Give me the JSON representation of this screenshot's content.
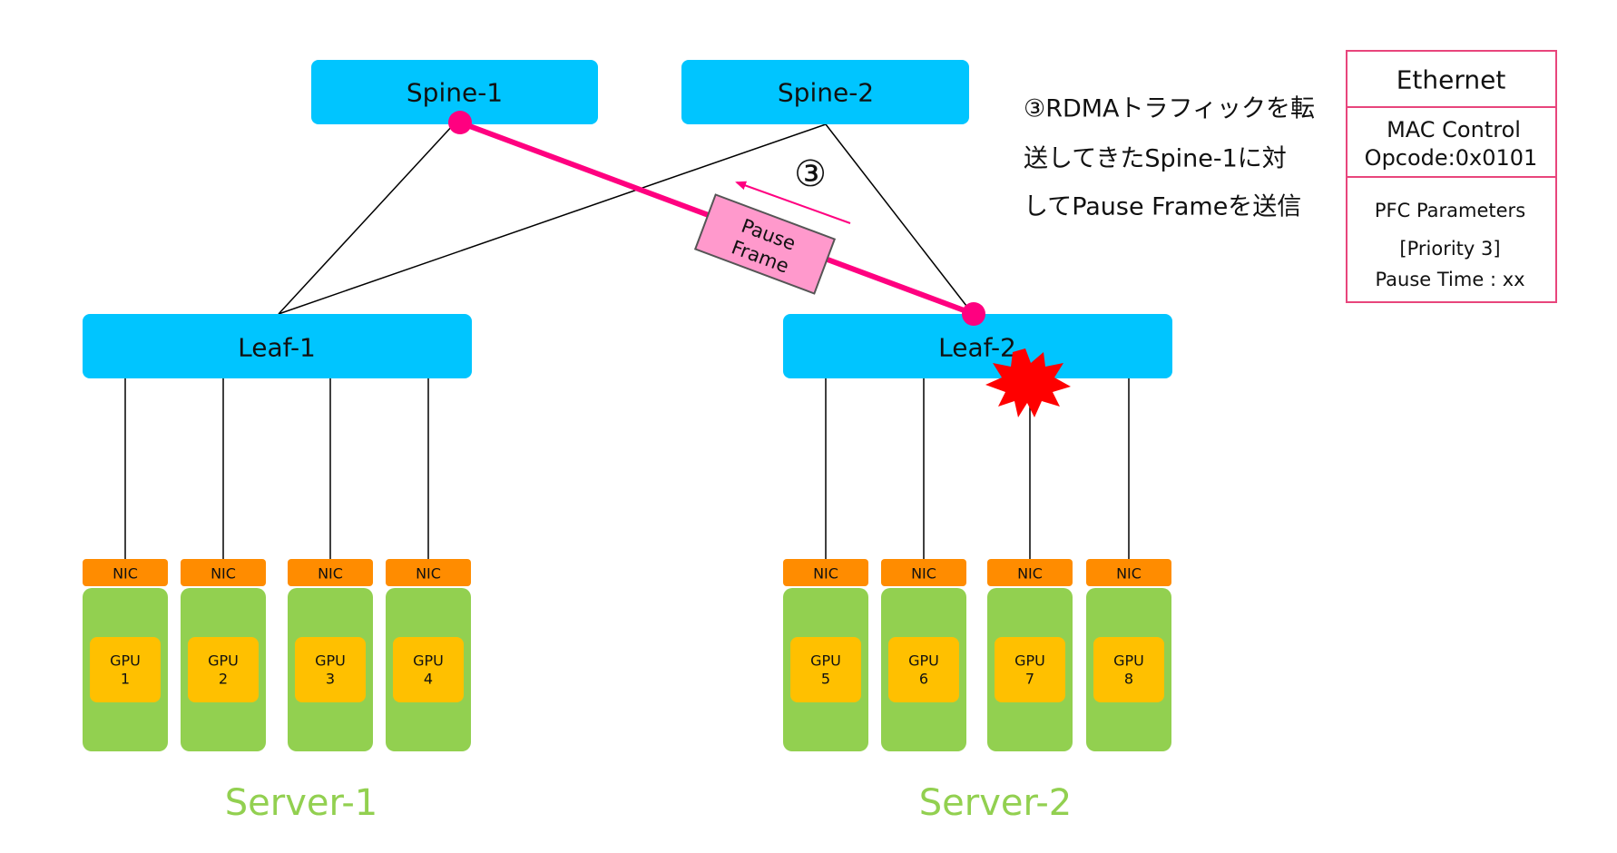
{
  "colors": {
    "switch": "#00c5ff",
    "nic": "#ff8c00",
    "server_board": "#92d050",
    "gpu": "#ffc000",
    "pause_line": "#ff0080",
    "pause_frame_fill": "#ff99cc",
    "frame_border": "#e8457c",
    "burst": "#ff0000",
    "server_label": "#92d050"
  },
  "switches": {
    "spine1": "Spine-1",
    "spine2": "Spine-2",
    "leaf1": "Leaf-1",
    "leaf2": "Leaf-2"
  },
  "servers": [
    {
      "label": "Server-1",
      "nodes": [
        {
          "nic": "NIC",
          "gpu": [
            "GPU",
            "1"
          ]
        },
        {
          "nic": "NIC",
          "gpu": [
            "GPU",
            "2"
          ]
        },
        {
          "nic": "NIC",
          "gpu": [
            "GPU",
            "3"
          ]
        },
        {
          "nic": "NIC",
          "gpu": [
            "GPU",
            "4"
          ]
        }
      ]
    },
    {
      "label": "Server-2",
      "nodes": [
        {
          "nic": "NIC",
          "gpu": [
            "GPU",
            "5"
          ]
        },
        {
          "nic": "NIC",
          "gpu": [
            "GPU",
            "6"
          ]
        },
        {
          "nic": "NIC",
          "gpu": [
            "GPU",
            "7"
          ]
        },
        {
          "nic": "NIC",
          "gpu": [
            "GPU",
            "8"
          ]
        }
      ]
    }
  ],
  "pause_frame": {
    "label_lines": [
      "Pause",
      "Frame"
    ],
    "step_marker": "③"
  },
  "note": {
    "lines": [
      "③RDMAトラフィックを転",
      "送してきたSpine-1に対",
      "してPause Frameを送信"
    ]
  },
  "ethernet_frame": {
    "title": "Ethernet",
    "mac_control": [
      "MAC Control",
      "Opcode:0x0101"
    ],
    "pfc": [
      "PFC Parameters",
      "[Priority 3]",
      "Pause Time : xx"
    ]
  }
}
